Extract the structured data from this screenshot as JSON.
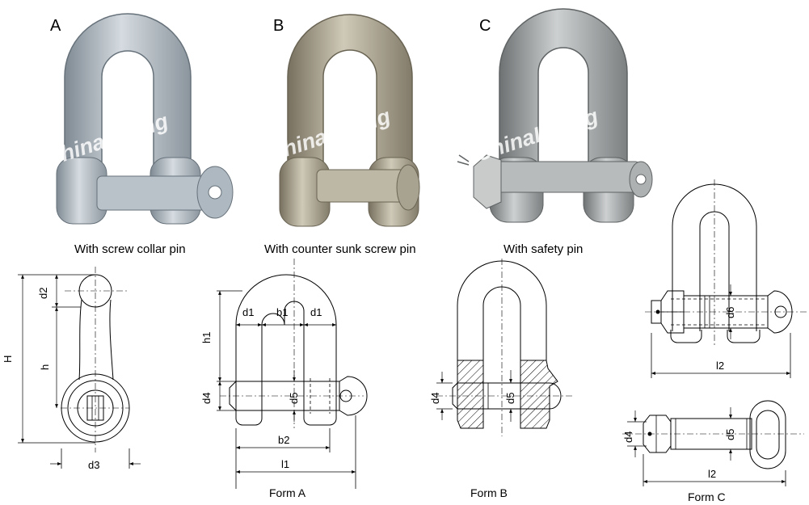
{
  "photos": [
    {
      "letter": "A",
      "caption": "With screw collar pin",
      "color": "#aab4bd"
    },
    {
      "letter": "B",
      "caption": "With counter sunk screw pin",
      "color": "#a39d8c"
    },
    {
      "letter": "C",
      "caption": "With safety pin",
      "color": "#9ea2a3"
    }
  ],
  "watermark": "ChinaLifting",
  "profile_labels": {
    "H": "H",
    "h": "h",
    "d2": "d2",
    "d3": "d3"
  },
  "form_a_labels": {
    "h1": "h1",
    "d1_left": "d1",
    "b1": "b1",
    "d1_right": "d1",
    "d4": "d4",
    "d5": "d5",
    "b2": "b2",
    "l1": "l1"
  },
  "form_b_labels": {
    "d4": "d4",
    "d5": "d5"
  },
  "form_c_labels": {
    "d6": "d6",
    "l2_top": "l2",
    "d4": "d4",
    "d5": "d5",
    "l2_bottom": "l2"
  },
  "form_names": {
    "a": "Form A",
    "b": "Form B",
    "c": "Form C"
  }
}
